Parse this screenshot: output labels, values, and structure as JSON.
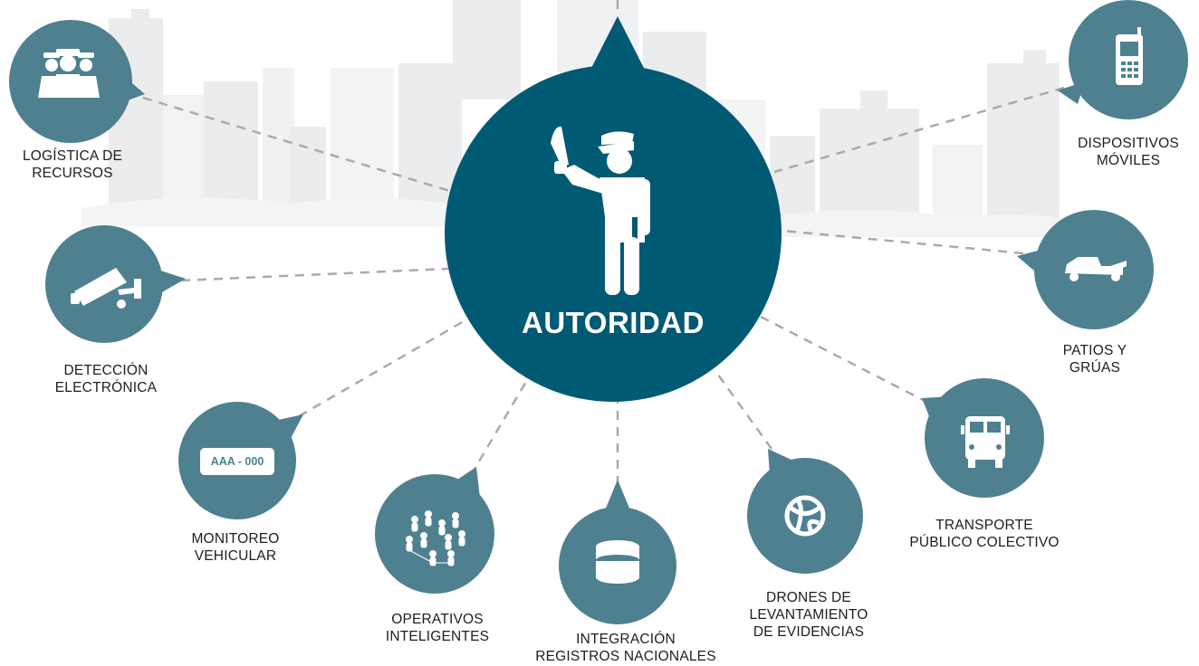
{
  "center": {
    "label": "AUTORIDAD",
    "icon": "traffic-officer-icon"
  },
  "nodes": [
    {
      "id": "logistica",
      "icon": "officers-group-icon",
      "lines": [
        "LOGÍSTICA DE",
        "RECURSOS"
      ]
    },
    {
      "id": "deteccion",
      "icon": "security-camera-icon",
      "lines": [
        "DETECCIÓN",
        "ELECTRÓNICA"
      ]
    },
    {
      "id": "monitoreo",
      "icon": "license-plate-icon",
      "plate_text": "AAA - 000",
      "lines": [
        "MONITOREO",
        "VEHICULAR"
      ]
    },
    {
      "id": "operativos",
      "icon": "people-network-icon",
      "lines": [
        "OPERATIVOS",
        "INTELIGENTES"
      ]
    },
    {
      "id": "integracion",
      "icon": "database-icon",
      "lines": [
        "INTEGRACIÓN",
        "REGISTROS NACIONALES"
      ]
    },
    {
      "id": "drones",
      "icon": "globe-icon",
      "lines": [
        "DRONES DE",
        "LEVANTAMIENTO",
        "DE EVIDENCIAS"
      ]
    },
    {
      "id": "transporte",
      "icon": "bus-icon",
      "lines": [
        "TRANSPORTE",
        "PÚBLICO COLECTIVO"
      ]
    },
    {
      "id": "patios",
      "icon": "tow-truck-icon",
      "lines": [
        "PATIOS Y",
        "GRÚAS"
      ]
    },
    {
      "id": "dispositivos",
      "icon": "mobile-phone-icon",
      "lines": [
        "DISPOSITIVOS",
        "MÓVILES"
      ]
    }
  ],
  "colors": {
    "center": "#005a73",
    "node": "#4e8090",
    "line": "#aaaaaa",
    "skyline": "#e9eaeb"
  }
}
